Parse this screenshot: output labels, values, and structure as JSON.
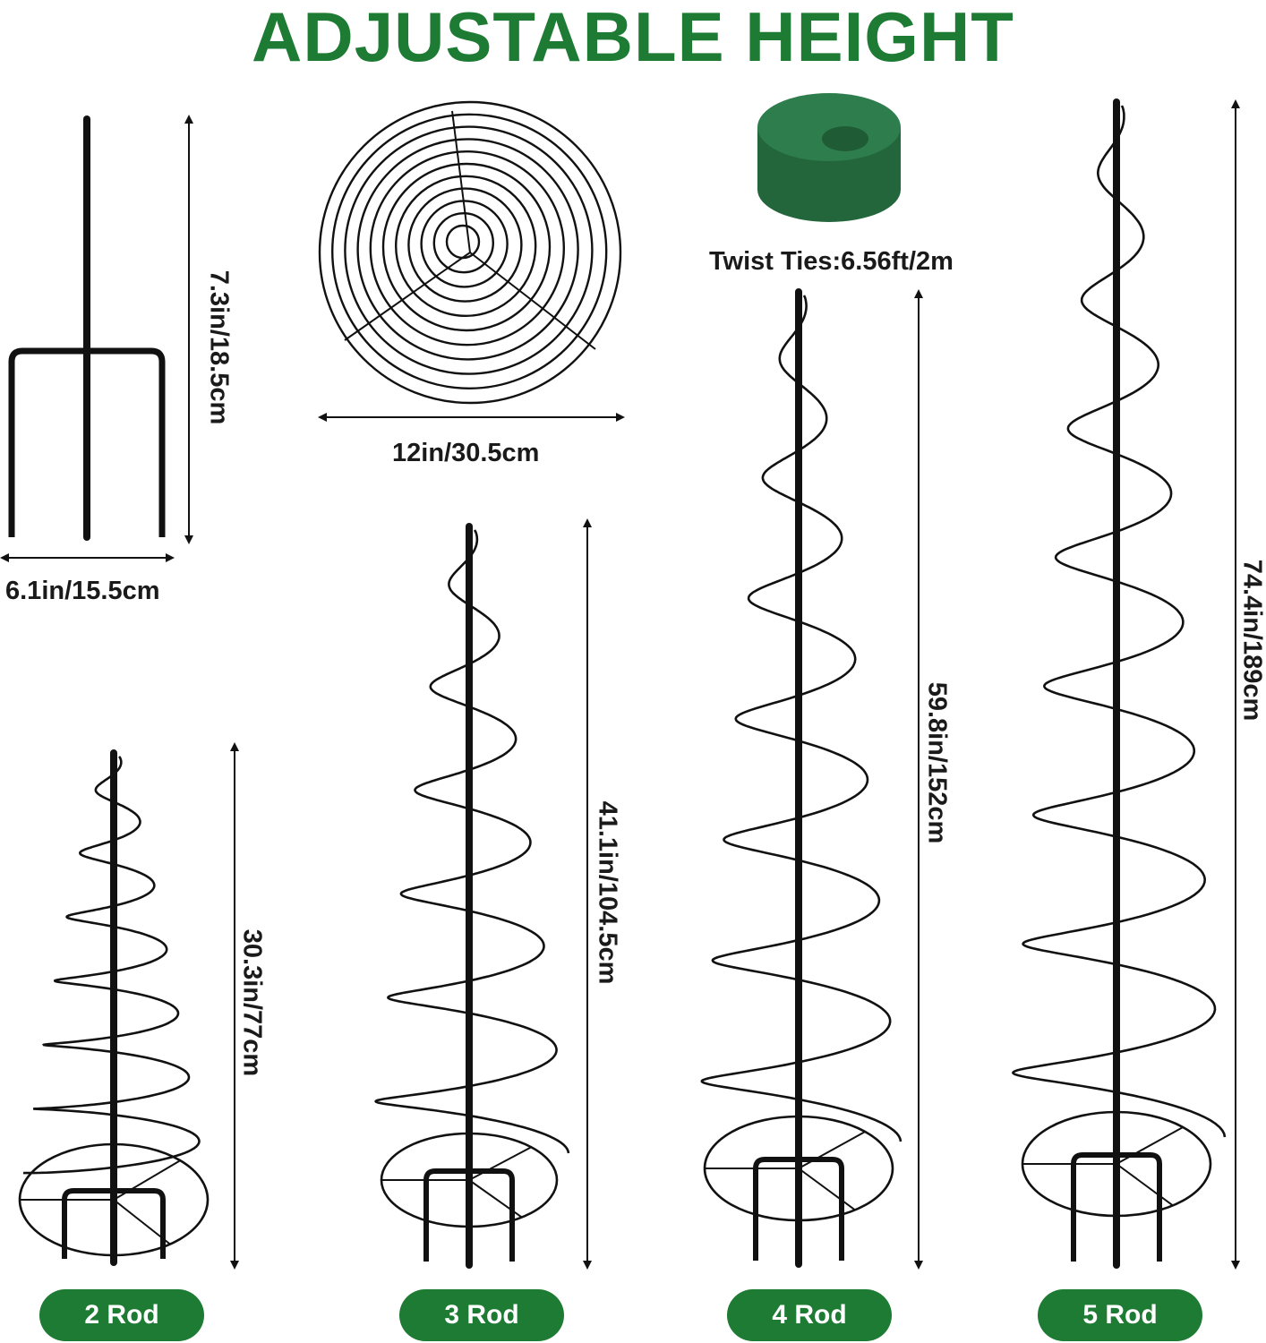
{
  "title": "ADJUSTABLE HEIGHT",
  "colors": {
    "brand_green": "#1e7b34",
    "wire": "#111111",
    "tape": "#2e7d4c"
  },
  "parts": {
    "stake": {
      "height_label": "7.3in/18.5cm",
      "width_label": "6.1in/15.5cm"
    },
    "base_ring": {
      "diameter_label": "12in/30.5cm"
    },
    "twist_ties": {
      "label": "Twist Ties:6.56ft/2m"
    }
  },
  "trellises": [
    {
      "label": "2 Rod",
      "height_label": "30.3in/77cm"
    },
    {
      "label": "3 Rod",
      "height_label": "41.1in/104.5cm"
    },
    {
      "label": "4 Rod",
      "height_label": "59.8in/152cm"
    },
    {
      "label": "5 Rod",
      "height_label": "74.4in/189cm"
    }
  ]
}
